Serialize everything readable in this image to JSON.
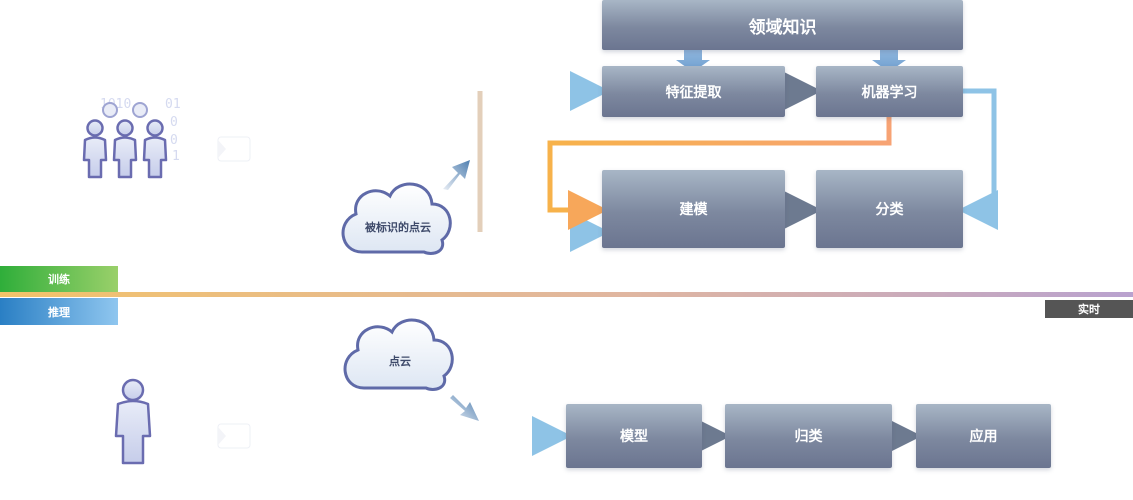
{
  "diagram": {
    "domain_knowledge": "领域知识",
    "feature_extraction": "特征提取",
    "machine_learning": "机器学习",
    "modeling": "建模",
    "classification": "分类",
    "labeled_point_cloud": "被标识的点云",
    "point_cloud": "点云",
    "model": "模型",
    "categorize": "归类",
    "application": "应用"
  },
  "phases": {
    "training": "训练",
    "inference": "推理",
    "realtime": "实时"
  },
  "colors": {
    "box_top": "#a8b6c6",
    "box_bottom": "#6b7590",
    "orange": "#f7b24a",
    "blue": "#8ec3e6",
    "training_green": "#5cbf4a",
    "inference_blue": "#2a86c8",
    "realtime_dark": "#555555",
    "person_outline": "#6a6cb0"
  },
  "icons": {
    "group": "people-group-icon",
    "person": "person-icon",
    "camera": "camera-icon",
    "cloud": "cloud-icon"
  }
}
